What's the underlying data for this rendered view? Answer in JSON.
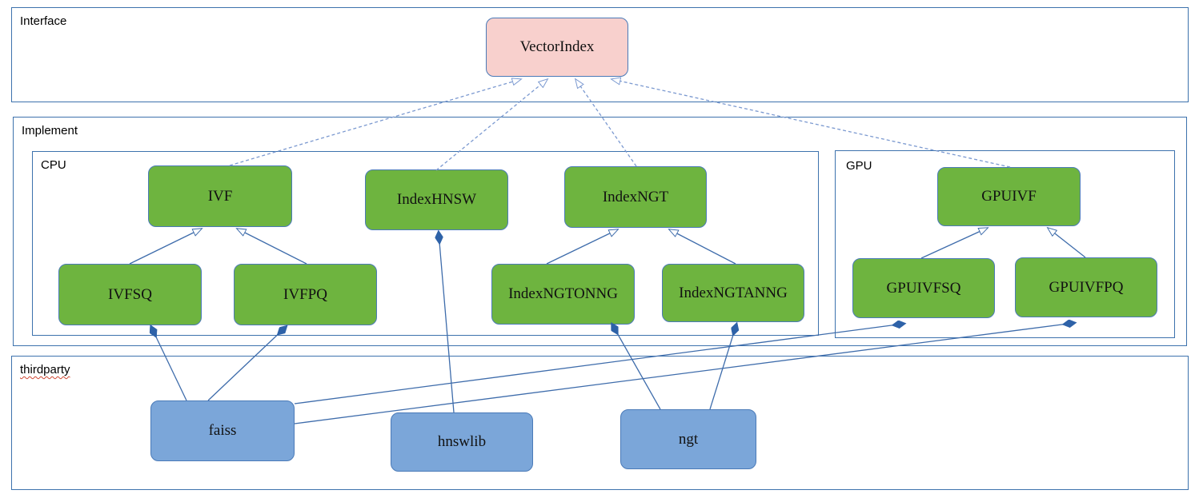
{
  "diagram": {
    "containers": {
      "interface": {
        "label": "Interface"
      },
      "implement": {
        "label": "Implement"
      },
      "cpu": {
        "label": "CPU"
      },
      "gpu": {
        "label": "GPU"
      },
      "thirdparty": {
        "label": "thirdparty"
      }
    },
    "nodes": {
      "vectorindex": {
        "label": "VectorIndex",
        "kind": "interface"
      },
      "ivf": {
        "label": "IVF",
        "kind": "cpu-class"
      },
      "indexhnsw": {
        "label": "IndexHNSW",
        "kind": "cpu-class"
      },
      "indexngt": {
        "label": "IndexNGT",
        "kind": "cpu-class"
      },
      "ivfsq": {
        "label": "IVFSQ",
        "kind": "cpu-class"
      },
      "ivfpq": {
        "label": "IVFPQ",
        "kind": "cpu-class"
      },
      "indexngtonng": {
        "label": "IndexNGTONNG",
        "kind": "cpu-class"
      },
      "indexngtanng": {
        "label": "IndexNGTANNG",
        "kind": "cpu-class"
      },
      "gpuivf": {
        "label": "GPUIVF",
        "kind": "gpu-class"
      },
      "gpuivfsq": {
        "label": "GPUIVFSQ",
        "kind": "gpu-class"
      },
      "gpuivfpq": {
        "label": "GPUIVFPQ",
        "kind": "gpu-class"
      },
      "faiss": {
        "label": "faiss",
        "kind": "library"
      },
      "hnswlib": {
        "label": "hnswlib",
        "kind": "library"
      },
      "ngt": {
        "label": "ngt",
        "kind": "library"
      }
    },
    "edges": [
      {
        "from": "IVF",
        "to": "VectorIndex",
        "type": "realization"
      },
      {
        "from": "IndexHNSW",
        "to": "VectorIndex",
        "type": "realization"
      },
      {
        "from": "IndexNGT",
        "to": "VectorIndex",
        "type": "realization"
      },
      {
        "from": "GPUIVF",
        "to": "VectorIndex",
        "type": "realization"
      },
      {
        "from": "IVFSQ",
        "to": "IVF",
        "type": "inheritance"
      },
      {
        "from": "IVFPQ",
        "to": "IVF",
        "type": "inheritance"
      },
      {
        "from": "IndexNGTONNG",
        "to": "IndexNGT",
        "type": "inheritance"
      },
      {
        "from": "IndexNGTANNG",
        "to": "IndexNGT",
        "type": "inheritance"
      },
      {
        "from": "GPUIVFSQ",
        "to": "GPUIVF",
        "type": "inheritance"
      },
      {
        "from": "GPUIVFPQ",
        "to": "GPUIVF",
        "type": "inheritance"
      },
      {
        "from": "faiss",
        "to": "IVFSQ",
        "type": "composition"
      },
      {
        "from": "faiss",
        "to": "IVFPQ",
        "type": "composition"
      },
      {
        "from": "faiss",
        "to": "GPUIVFSQ",
        "type": "composition"
      },
      {
        "from": "faiss",
        "to": "GPUIVFPQ",
        "type": "composition"
      },
      {
        "from": "hnswlib",
        "to": "IndexHNSW",
        "type": "composition"
      },
      {
        "from": "ngt",
        "to": "IndexNGTONNG",
        "type": "composition"
      },
      {
        "from": "ngt",
        "to": "IndexNGTANNG",
        "type": "composition"
      }
    ],
    "colors": {
      "interface_fill": "#f8d0cd",
      "class_fill": "#6eb43f",
      "library_fill": "#7ba6d9",
      "shape_border": "#4a7ab8",
      "container_border": "#3d72ad",
      "edge_solid": "#3e6cab",
      "edge_dashed": "#7b99d0",
      "spellcheck_underline": "#cf4732"
    }
  }
}
